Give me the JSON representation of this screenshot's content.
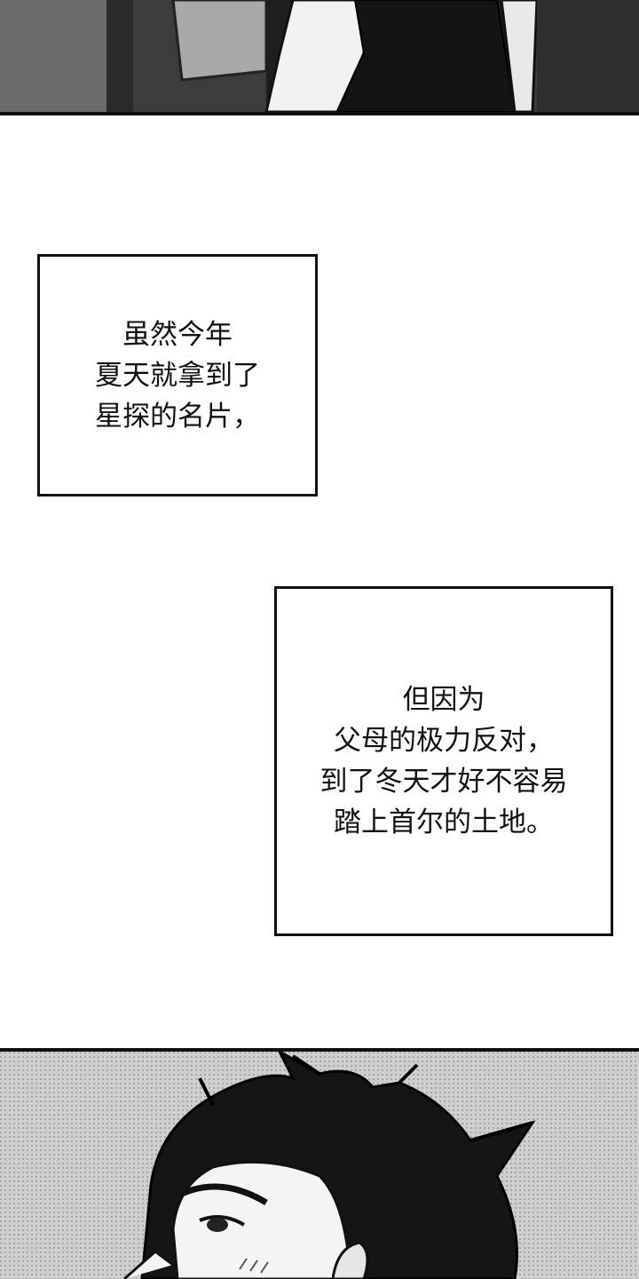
{
  "captions": [
    {
      "lines": [
        "虽然今年",
        "夏天就拿到了",
        "星探的名片，"
      ]
    },
    {
      "lines": [
        "但因为",
        "父母的极力反对，",
        "到了冬天才好不容易",
        "踏上首尔的土地。"
      ]
    }
  ]
}
